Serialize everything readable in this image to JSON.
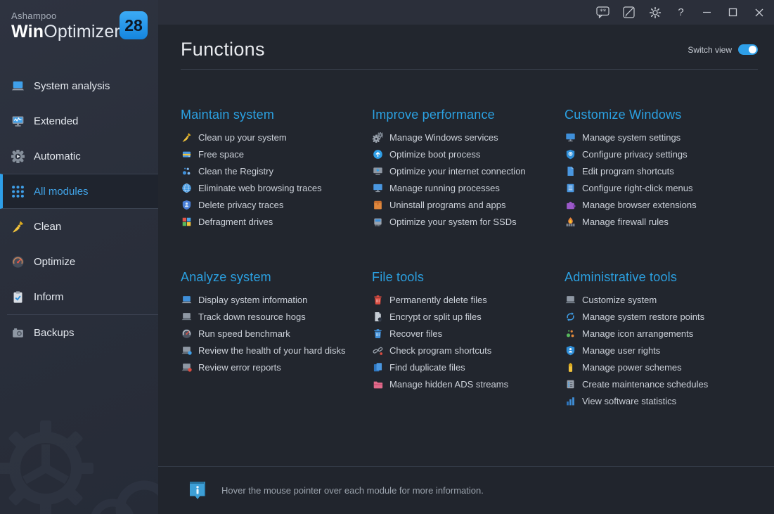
{
  "window": {
    "controls": [
      {
        "name": "feedback-icon"
      },
      {
        "name": "notes-icon"
      },
      {
        "name": "settings-icon"
      },
      {
        "name": "help-icon"
      },
      {
        "name": "minimize-icon"
      },
      {
        "name": "maximize-icon"
      },
      {
        "name": "close-icon"
      }
    ]
  },
  "brand": {
    "company": "Ashampoo",
    "product_bold": "Win",
    "product_light": "Optimizer",
    "version": "28"
  },
  "sidebar": {
    "items": [
      {
        "label": "System analysis",
        "icon": "laptop-icon",
        "shape": "laptop",
        "c1": "#3fa0ea",
        "c2": "#8f98a4"
      },
      {
        "label": "Extended",
        "icon": "monitor-chart-icon",
        "shape": "monitorwave",
        "c1": "#3fa0ea",
        "c2": "#8f98a4"
      },
      {
        "label": "Automatic",
        "icon": "auto-gear-icon",
        "shape": "autogear",
        "c1": "#858e9a",
        "c2": "#e9edf1"
      },
      {
        "label": "All modules",
        "icon": "modules-grid-icon",
        "shape": "grid",
        "c1": "#3f9fe8",
        "selected": true
      },
      {
        "label": "Clean",
        "icon": "broom-icon",
        "shape": "broom",
        "c1": "#f0c23c",
        "c2": "#d9a91f"
      },
      {
        "label": "Optimize",
        "icon": "gauge-icon",
        "shape": "gauge",
        "c1": "#454d5a",
        "c2": "#c8835a"
      },
      {
        "label": "Inform",
        "icon": "clipboard-check-icon",
        "shape": "clipboard",
        "c1": "#d9dee5",
        "c2": "#2f8fd9"
      },
      {
        "label": "Backups",
        "icon": "camera-icon",
        "shape": "camera",
        "c1": "#8f98a4",
        "c2": "#565e6a",
        "divider_before": true
      }
    ]
  },
  "header": {
    "title": "Functions",
    "switch_label": "Switch view",
    "switch_state": "on"
  },
  "sections": [
    {
      "title": "Maintain system",
      "items": [
        {
          "label": "Clean up your system",
          "icon": "broom-icon",
          "shape": "broom",
          "c1": "#f0c23c",
          "c2": "#d9a91f"
        },
        {
          "label": "Free space",
          "icon": "drive-icon",
          "shape": "drive",
          "c1": "#4a97e0",
          "c2": "#f0c23c"
        },
        {
          "label": "Clean the Registry",
          "icon": "registry-dots-icon",
          "shape": "dots",
          "c1": "#3f8fd9",
          "c2": "#7fb8ef"
        },
        {
          "label": "Eliminate web browsing traces",
          "icon": "globe-icon",
          "shape": "globe",
          "c1": "#3f97e0",
          "c2": "#d7e6f7"
        },
        {
          "label": "Delete privacy traces",
          "icon": "privacy-shield-icon",
          "shape": "shield",
          "c1": "#4a7fd9",
          "c2": "#d7e6f7"
        },
        {
          "label": "Defragment drives",
          "icon": "defrag-blocks-icon",
          "shape": "blocks",
          "c1": "#e25549",
          "c2": "#4aa3e8"
        }
      ]
    },
    {
      "title": "Improve performance",
      "items": [
        {
          "label": "Manage Windows services",
          "icon": "gears-icon",
          "shape": "gears",
          "c1": "#9aa2ad",
          "c2": "#7e8792"
        },
        {
          "label": "Optimize boot process",
          "icon": "boot-up-icon",
          "shape": "circleup",
          "c1": "#2f9fe8",
          "c2": "#ffffff"
        },
        {
          "label": "Optimize your internet connection",
          "icon": "internet-monitor-icon",
          "shape": "netmon",
          "c1": "#8f98a4",
          "c2": "#2f9fe8"
        },
        {
          "label": "Manage running processes",
          "icon": "processes-monitor-icon",
          "shape": "monitor",
          "c1": "#4a97e0",
          "c2": "#8f98a4"
        },
        {
          "label": "Uninstall programs and apps",
          "icon": "uninstall-box-icon",
          "shape": "box",
          "c1": "#e0873c",
          "c2": "#c96f2e"
        },
        {
          "label": "Optimize your system for SSDs",
          "icon": "ssd-icon",
          "shape": "ssd",
          "c1": "#9aa2ad",
          "c2": "#3f8fd9"
        }
      ]
    },
    {
      "title": "Customize Windows",
      "items": [
        {
          "label": "Manage system settings",
          "icon": "settings-monitor-icon",
          "shape": "monitor",
          "c1": "#3f8fd9",
          "c2": "#8f98a4"
        },
        {
          "label": "Configure privacy settings",
          "icon": "privacy-settings-shield-icon",
          "shape": "shielddot",
          "c1": "#2f8fd9",
          "c2": "#ffffff"
        },
        {
          "label": "Edit program shortcuts",
          "icon": "shortcut-doc-icon",
          "shape": "doc",
          "c1": "#4a97e0",
          "c2": "#8fc2ef"
        },
        {
          "label": "Configure right-click menus",
          "icon": "context-menu-icon",
          "shape": "list",
          "c1": "#4a97e0",
          "c2": "#d7e6f7"
        },
        {
          "label": "Manage browser extensions",
          "icon": "puzzle-icon",
          "shape": "puzzle",
          "c1": "#9b59c9",
          "c2": "#7e3fb0"
        },
        {
          "label": "Manage firewall rules",
          "icon": "firewall-icon",
          "shape": "flame",
          "c1": "#e8863c",
          "c2": "#8f98a4"
        }
      ]
    },
    {
      "title": "Analyze system",
      "items": [
        {
          "label": "Display system information",
          "icon": "system-info-laptop-icon",
          "shape": "laptop",
          "c1": "#3f8fd9",
          "c2": "#8f98a4"
        },
        {
          "label": "Track down resource hogs",
          "icon": "resource-laptop-icon",
          "shape": "laptop",
          "c1": "#8f98a4",
          "c2": "#6e7782"
        },
        {
          "label": "Run speed benchmark",
          "icon": "benchmark-gauge-icon",
          "shape": "gauge",
          "c1": "#4a5260",
          "c2": "#cfd5dd"
        },
        {
          "label": "Review the health of your hard disks",
          "icon": "disk-health-laptop-icon",
          "shape": "laptop",
          "c1": "#8f98a4",
          "c2": "#6e7782",
          "b": "#3f9fe8"
        },
        {
          "label": "Review error reports",
          "icon": "error-report-laptop-icon",
          "shape": "laptop",
          "c1": "#8f98a4",
          "c2": "#6e7782",
          "b": "#d94b40"
        }
      ]
    },
    {
      "title": "File tools",
      "items": [
        {
          "label": "Permanently delete files",
          "icon": "delete-trash-icon",
          "shape": "trash",
          "c1": "#d94b40",
          "c2": "#f2b0aa"
        },
        {
          "label": "Encrypt or split up files",
          "icon": "encrypt-doc-icon",
          "shape": "doc",
          "c1": "#c6ccd4",
          "c2": "#9aa2ad",
          "b": "#2b3340"
        },
        {
          "label": "Recover files",
          "icon": "recover-trash-icon",
          "shape": "trash",
          "c1": "#3f8fd9",
          "c2": "#bfdcf5"
        },
        {
          "label": "Check program shortcuts",
          "icon": "broken-link-icon",
          "shape": "link",
          "c1": "#9aa2ad",
          "c2": "#d94b40"
        },
        {
          "label": "Find duplicate files",
          "icon": "duplicate-docs-icon",
          "shape": "docs",
          "c1": "#4a97e0",
          "c2": "#2e76c0"
        },
        {
          "label": "Manage hidden ADS streams",
          "icon": "ads-folder-icon",
          "shape": "folder",
          "c1": "#e06a8a",
          "c2": "#c2476a"
        }
      ]
    },
    {
      "title": "Administrative tools",
      "items": [
        {
          "label": "Customize system",
          "icon": "customize-laptop-icon",
          "shape": "laptop",
          "c1": "#8f98a4",
          "c2": "#6e7782"
        },
        {
          "label": "Manage system restore points",
          "icon": "restore-sync-icon",
          "shape": "sync",
          "c1": "#3f9fe8",
          "c2": "#3f9fe8"
        },
        {
          "label": "Manage icon arrangements",
          "icon": "icon-arrangement-dots-icon",
          "shape": "dots",
          "c1": "#58b85c",
          "c2": "#e0873c"
        },
        {
          "label": "Manage user rights",
          "icon": "user-rights-shield-icon",
          "shape": "shield",
          "c1": "#2f8fd9",
          "c2": "#eef3f8"
        },
        {
          "label": "Manage power schemes",
          "icon": "battery-icon",
          "shape": "battery",
          "c1": "#f0c23c",
          "c2": "#d9a91f"
        },
        {
          "label": "Create maintenance schedules",
          "icon": "schedule-list-icon",
          "shape": "listdots",
          "c1": "#9aa2ad",
          "c2": "#3f9fe8"
        },
        {
          "label": "View software statistics",
          "icon": "statistics-chart-icon",
          "shape": "chart",
          "c1": "#3f8fd9",
          "c2": "#2e76c0"
        }
      ]
    }
  ],
  "footer": {
    "icon": "info-icon",
    "message": "Hover the mouse pointer over each module for more information."
  },
  "colors": {
    "accent": "#2f9fe8",
    "section_heading": "#2ba1e2",
    "sidebar_bg": "#2b303c",
    "titlebar_bg": "#2b2f3a",
    "content_bg": "#22262e",
    "footer_bg": "#21252d",
    "selected_text": "#41a4e8",
    "badge_bg": "#2196e8",
    "item_text": "#ccd1d9"
  }
}
